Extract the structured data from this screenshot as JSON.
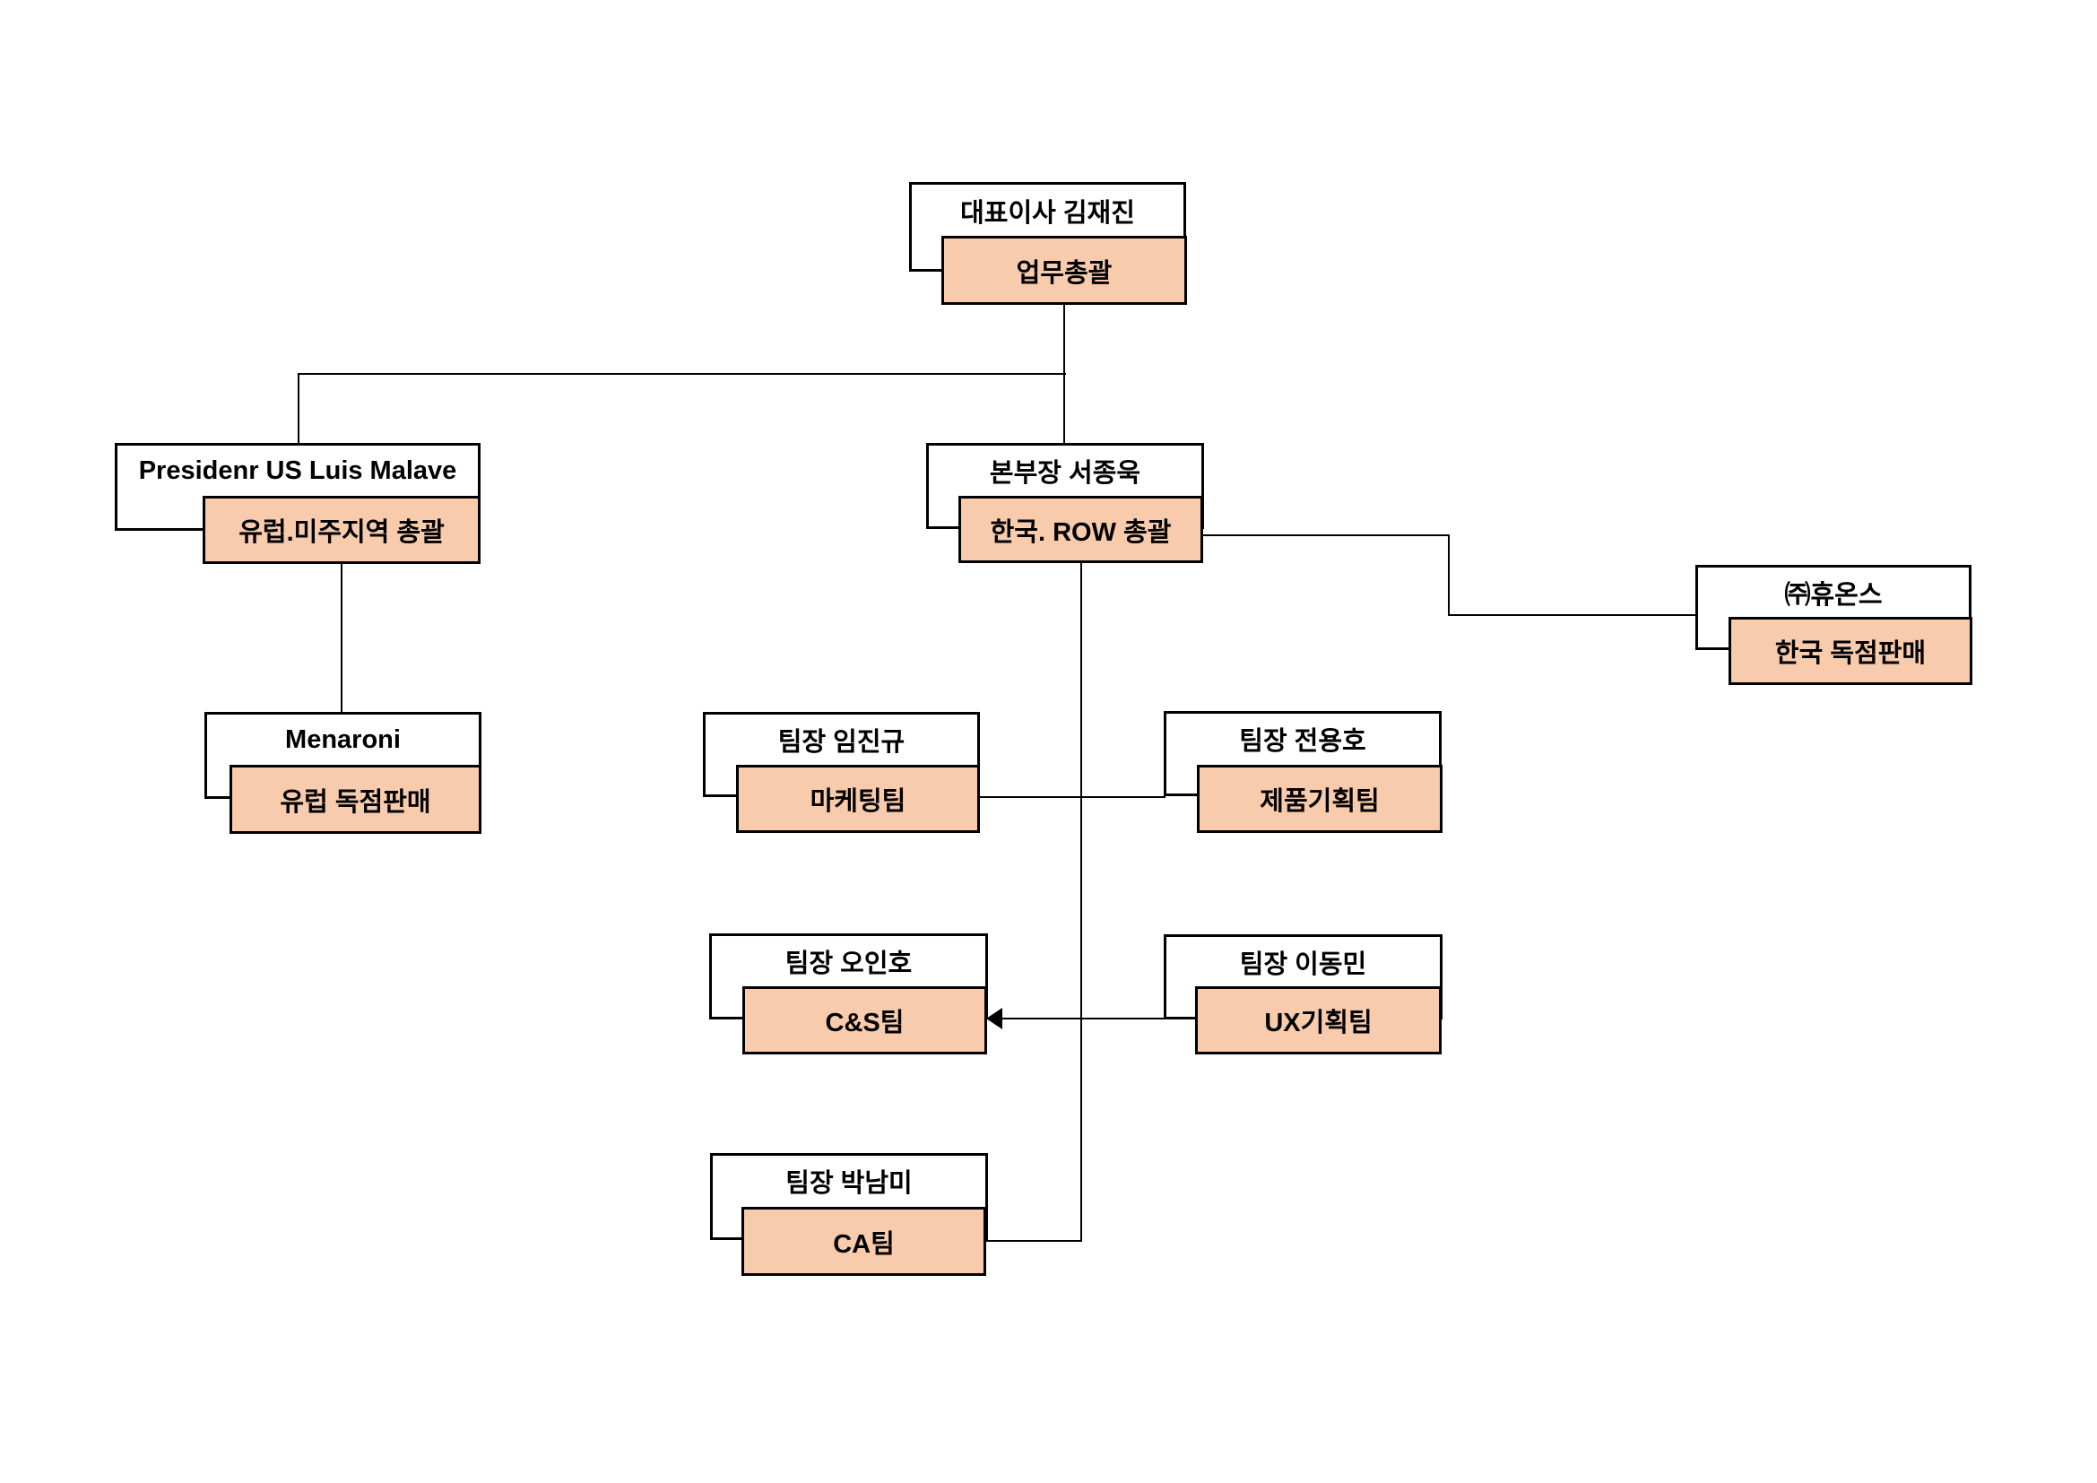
{
  "colors": {
    "background": "#ffffff",
    "box_fill": "#ffffff",
    "role_fill": "#F8CBAD",
    "border": "#000000",
    "line": "#000000"
  },
  "chart_type": "org-chart",
  "nodes": [
    {
      "id": "ceo",
      "title": "대표이사 김재진",
      "role": "업무총괄"
    },
    {
      "id": "president-us",
      "title": "Presidenr US Luis Malave",
      "role": "유럽.미주지역 총괄"
    },
    {
      "id": "hq-director",
      "title": "본부장 서종욱",
      "role": "한국. ROW 총괄"
    },
    {
      "id": "huons",
      "title": "㈜휴온스",
      "role": "한국 독점판매"
    },
    {
      "id": "menaroni",
      "title": "Menaroni",
      "role": "유럽 독점판매"
    },
    {
      "id": "marketing-team",
      "title": "팀장 임진규",
      "role": "마케팅팀"
    },
    {
      "id": "product-planning",
      "title": "팀장 전용호",
      "role": "제품기획팀"
    },
    {
      "id": "cs-team",
      "title": "팀장 오인호",
      "role": "C&S팀"
    },
    {
      "id": "ux-planning",
      "title": "팀장 이동민",
      "role": "UX기획팀"
    },
    {
      "id": "ca-team",
      "title": "팀장 박남미",
      "role": "CA팀"
    }
  ]
}
